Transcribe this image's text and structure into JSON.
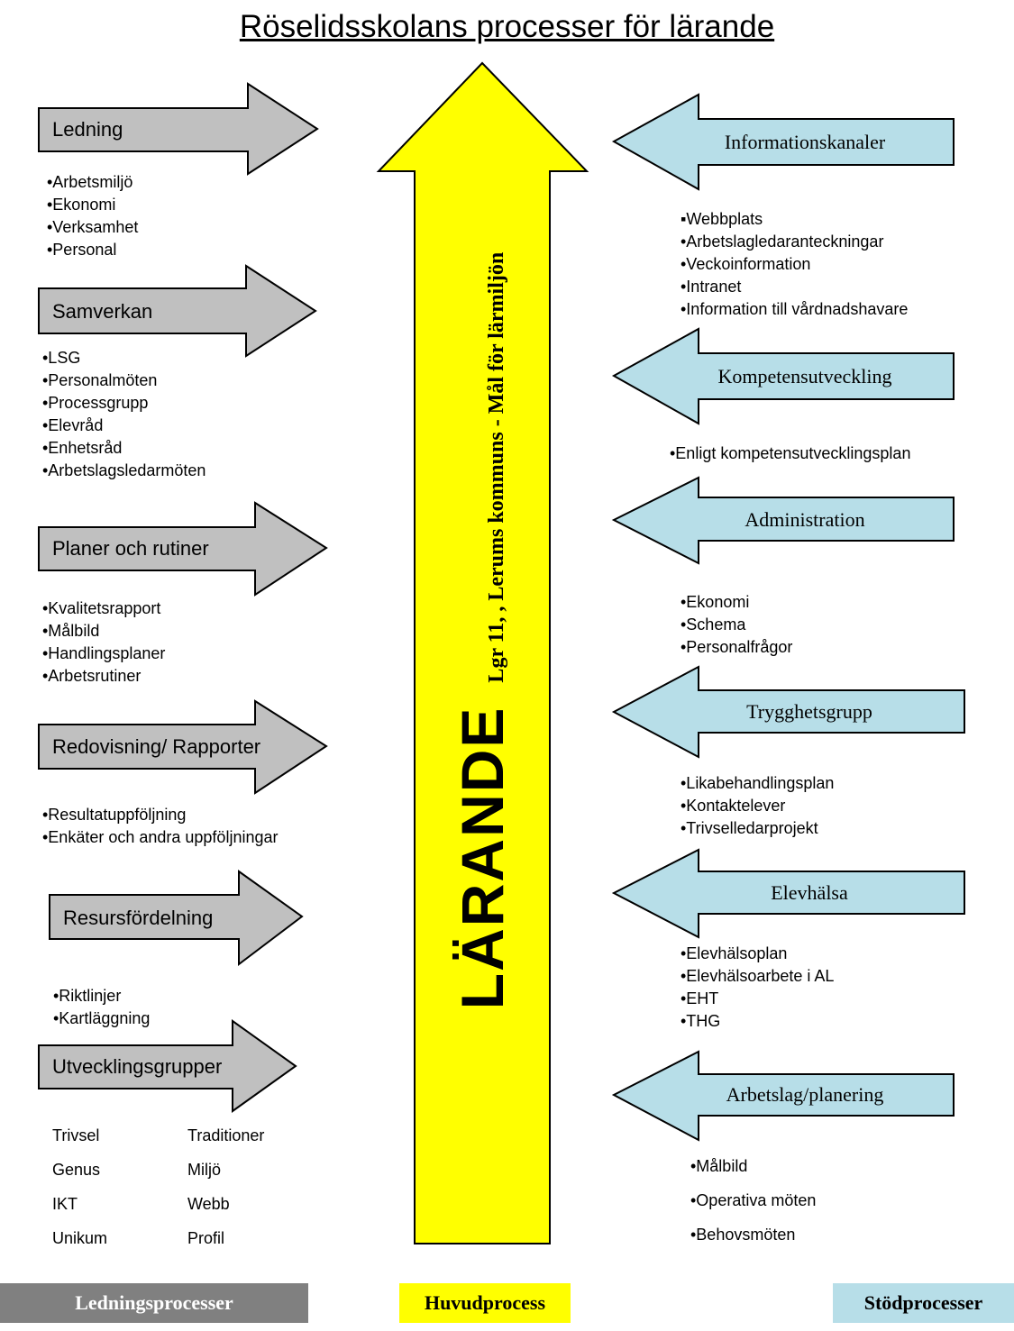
{
  "title": "Röselidsskolans processer för lärande",
  "center": {
    "main_label": "LÄRANDE",
    "sub_label": "Lgr 11, , Lerums kommuns - Mål för lärmiljön",
    "color": "#FFFF00"
  },
  "left_processes": [
    {
      "label": "Ledning",
      "items": [
        "•Arbetsmiljö",
        "•Ekonomi",
        "•Verksamhet",
        "•Personal"
      ]
    },
    {
      "label": "Samverkan",
      "items": [
        "•LSG",
        "•Personalmöten",
        "•Processgrupp",
        "•Elevråd",
        "•Enhetsråd",
        "•Arbetslagsledarmöten"
      ]
    },
    {
      "label": "Planer och rutiner",
      "items": [
        "•Kvalitetsrapport",
        "•Målbild",
        "•Handlingsplaner",
        "•Arbetsrutiner"
      ]
    },
    {
      "label": "Redovisning/ Rapporter",
      "items": [
        "•Resultatuppföljning",
        "•Enkäter och andra uppföljningar"
      ]
    },
    {
      "label": "Resursfördelning",
      "items": [
        "•Riktlinjer",
        "•Kartläggning"
      ]
    },
    {
      "label": "Utvecklingsgrupper",
      "grid": [
        [
          "Trivsel",
          "Traditioner"
        ],
        [
          "Genus",
          "Miljö"
        ],
        [
          "IKT",
          "Webb"
        ],
        [
          "Unikum",
          "Profil"
        ]
      ]
    }
  ],
  "right_processes": [
    {
      "label": "Informationskanaler",
      "items": [
        "▪Webbplats",
        "•Arbetslagledaranteckningar",
        "•Veckoinformation",
        "•Intranet",
        "•Information till vårdnadshavare"
      ]
    },
    {
      "label": "Kompetensutveckling",
      "items": [
        "•Enligt kompetensutvecklingsplan"
      ]
    },
    {
      "label": "Administration",
      "items": [
        "•Ekonomi",
        "•Schema",
        "•Personalfrågor"
      ]
    },
    {
      "label": "Trygghetsgrupp",
      "items": [
        "•Likabehandlingsplan",
        "•Kontaktelever",
        "•Trivselledarprojekt"
      ]
    },
    {
      "label": "Elevhälsa",
      "items": [
        "•Elevhälsoplan",
        "•Elevhälsoarbete i AL",
        "•EHT",
        "•THG"
      ]
    },
    {
      "label": "Arbetslag/planering",
      "items": [
        "•Målbild",
        "•Operativa möten",
        "•Behovsmöten"
      ]
    }
  ],
  "footer": {
    "left": {
      "label": "Ledningsprocesser",
      "bg": "#808080",
      "fg": "#FFFFFF"
    },
    "center": {
      "label": "Huvudprocess",
      "bg": "#FFFF00",
      "fg": "#000000"
    },
    "right": {
      "label": "Stödprocesser",
      "bg": "#B7DEE8",
      "fg": "#000000"
    }
  },
  "colors": {
    "left_arrow": "#C0C0C0",
    "right_arrow": "#B7DEE8"
  }
}
